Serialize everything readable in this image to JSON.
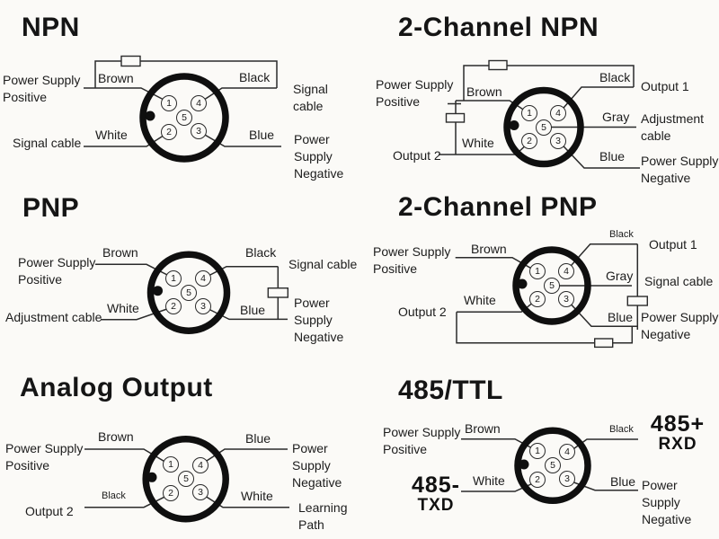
{
  "meta": {
    "background": "#fbfaf7",
    "line_color": "#2b2b2b",
    "ring_color": "#0f0f0f",
    "text_color": "#1c1c1c"
  },
  "pins": {
    "p1": "1",
    "p2": "2",
    "p3": "3",
    "p4": "4",
    "p5": "5"
  },
  "panels": {
    "npn": {
      "title": "NPN",
      "labels": {
        "left_top": "Power Supply\nPositive",
        "left_bottom": "Signal cable",
        "brown": "Brown",
        "black": "Black",
        "white": "White",
        "blue": "Blue",
        "right_top": "Signal cable",
        "right_bottom": "Power Supply\nNegative"
      }
    },
    "npn2": {
      "title": "2-Channel NPN",
      "labels": {
        "left_top": "Power Supply\nPositive",
        "left_bottom": "Output 2",
        "brown": "Brown",
        "black": "Black",
        "white": "White",
        "gray": "Gray",
        "blue": "Blue",
        "right_top": "Output 1",
        "right_middle": "Adjustment\ncable",
        "right_bottom": "Power Supply\nNegative"
      }
    },
    "pnp": {
      "title": "PNP",
      "labels": {
        "left_top": "Power Supply\nPositive",
        "left_bottom": "Adjustment cable",
        "brown": "Brown",
        "black": "Black",
        "white": "White",
        "blue": "Blue",
        "right_top": "Signal cable",
        "right_bottom": "Power Supply\nNegative"
      }
    },
    "pnp2": {
      "title": "2-Channel PNP",
      "labels": {
        "left_top": "Power Supply\nPositive",
        "left_bottom": "Output 2",
        "brown": "Brown",
        "black": "Black",
        "white": "White",
        "gray": "Gray",
        "blue": "Blue",
        "right_top": "Output 1",
        "right_middle": "Signal cable",
        "right_bottom": "Power Supply\nNegative"
      }
    },
    "analog": {
      "title": "Analog Output",
      "labels": {
        "left_top": "Power Supply\nPositive",
        "left_bottom": "Output 2",
        "brown": "Brown",
        "blue": "Blue",
        "black": "Black",
        "white": "White",
        "right_top": "Power Supply\nNegative",
        "right_bottom": "Learning Path"
      }
    },
    "ttl": {
      "title": "485/TTL",
      "labels": {
        "left_top": "Power Supply\nPositive",
        "left_bottom_1": "485-",
        "left_bottom_2": "TXD",
        "brown": "Brown",
        "black": "Black",
        "white": "White",
        "blue": "Blue",
        "right_top_1": "485+",
        "right_top_2": "RXD",
        "right_bottom": "Power Supply\nNegative"
      }
    }
  }
}
